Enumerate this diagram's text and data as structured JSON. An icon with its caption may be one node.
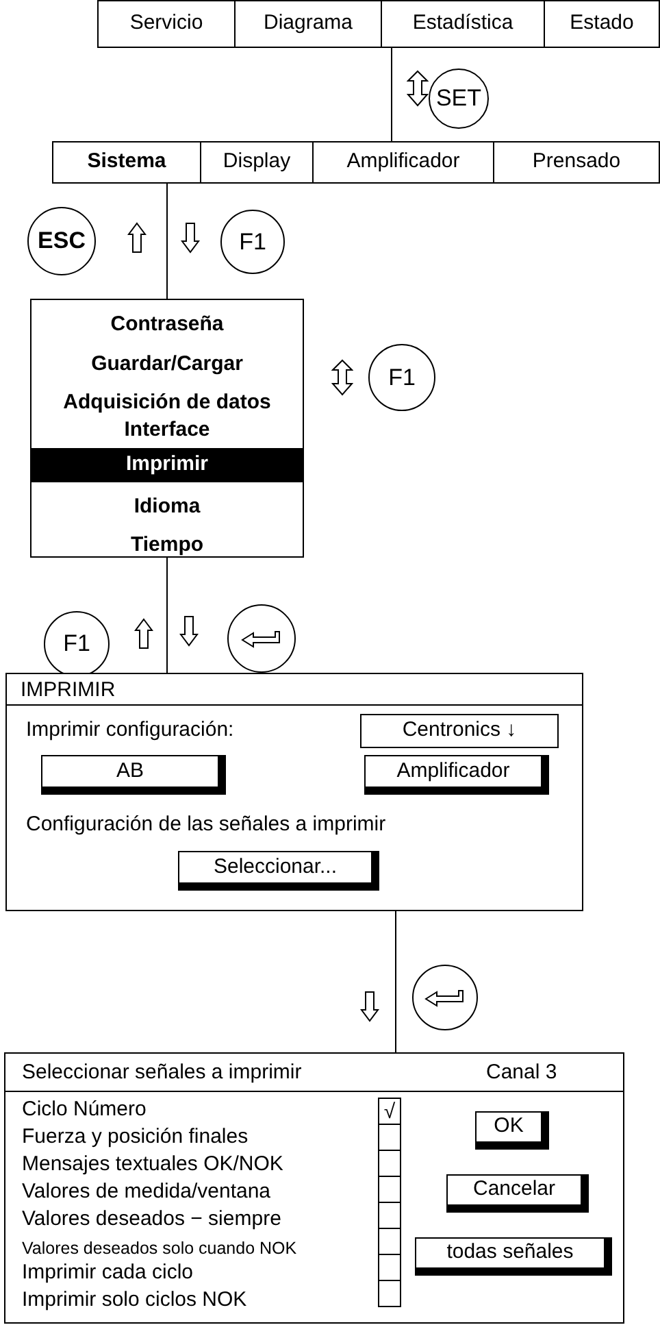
{
  "diagram": {
    "nodes": [
      {
        "text": [
          "Servicio"
        ]
      },
      {
        "text": [
          "Diagrama"
        ]
      },
      {
        "text": [
          "Estadística"
        ]
      },
      {
        "text": [
          "Estado"
        ]
      },
      {
        "text": [
          "Sistema"
        ]
      },
      {
        "text": [
          "Display"
        ]
      },
      {
        "text": [
          "Amplificador"
        ]
      },
      {
        "text": [
          "Prensado"
        ]
      },
      {
        "text": [
          "SET"
        ]
      },
      {
        "text": [
          "ESC"
        ]
      },
      {
        "text": [
          "F1"
        ]
      },
      {
        "text": [
          "Contraseña",
          "Guardar/Cargar",
          "Adquisición de datos",
          "Interface",
          "Idioma",
          "Tiempo"
        ]
      },
      {
        "text": [
          "Imprimir"
        ],
        "in": 11
      },
      {
        "text": [
          "F1"
        ]
      },
      {
        "text": [
          "F1"
        ]
      },
      {
        "text": [],
        "shape": "circle"
      },
      {
        "text": [
          "IMPRIMIR",
          "Imprimir configuración:",
          "Configuración de las señales a imprimir"
        ]
      },
      {
        "text": [
          "Centronics ↓"
        ],
        "in": 16
      },
      {
        "text": [
          "AB"
        ],
        "in": 16
      },
      {
        "text": [
          "Amplificador"
        ],
        "in": 16
      },
      {
        "text": [
          "Seleccionar..."
        ],
        "in": 16
      },
      {
        "text": [],
        "shape": "circle"
      },
      {
        "text": [
          "Seleccionar señales a imprimir",
          "Canal 3",
          "Ciclo Número",
          "Fuerza y posición finales",
          "Mensajes textuales OK/NOK",
          "Valores de medida/ventana",
          "Valores deseados − siempre",
          "Valores deseados solo cuando NOK",
          "Imprimir cada ciclo",
          "Imprimir solo ciclos NOK"
        ]
      },
      {
        "text": [
          "√"
        ],
        "in": 22
      },
      {
        "text": [],
        "shape": "box",
        "in": 22
      },
      {
        "text": [],
        "shape": "box",
        "in": 22
      },
      {
        "text": [],
        "shape": "box",
        "in": 22
      },
      {
        "text": [],
        "shape": "box",
        "in": 22
      },
      {
        "text": [],
        "shape": "box",
        "in": 22
      },
      {
        "text": [],
        "shape": "box",
        "in": 22
      },
      {
        "text": [],
        "shape": "box",
        "in": 22
      },
      {
        "text": [
          "OK"
        ],
        "in": 22
      },
      {
        "text": [
          "Cancelar"
        ],
        "in": 22
      },
      {
        "text": [
          "todas señales"
        ],
        "in": 22
      }
    ],
    "edges": [
      {
        "from": 2,
        "to": 6,
        "arrow": "none"
      },
      {
        "from": 4,
        "to": 11,
        "arrow": "none"
      },
      {
        "from": 11,
        "to": 16,
        "arrow": "none"
      },
      {
        "from": 20,
        "to": 22,
        "arrow": "none"
      }
    ]
  }
}
